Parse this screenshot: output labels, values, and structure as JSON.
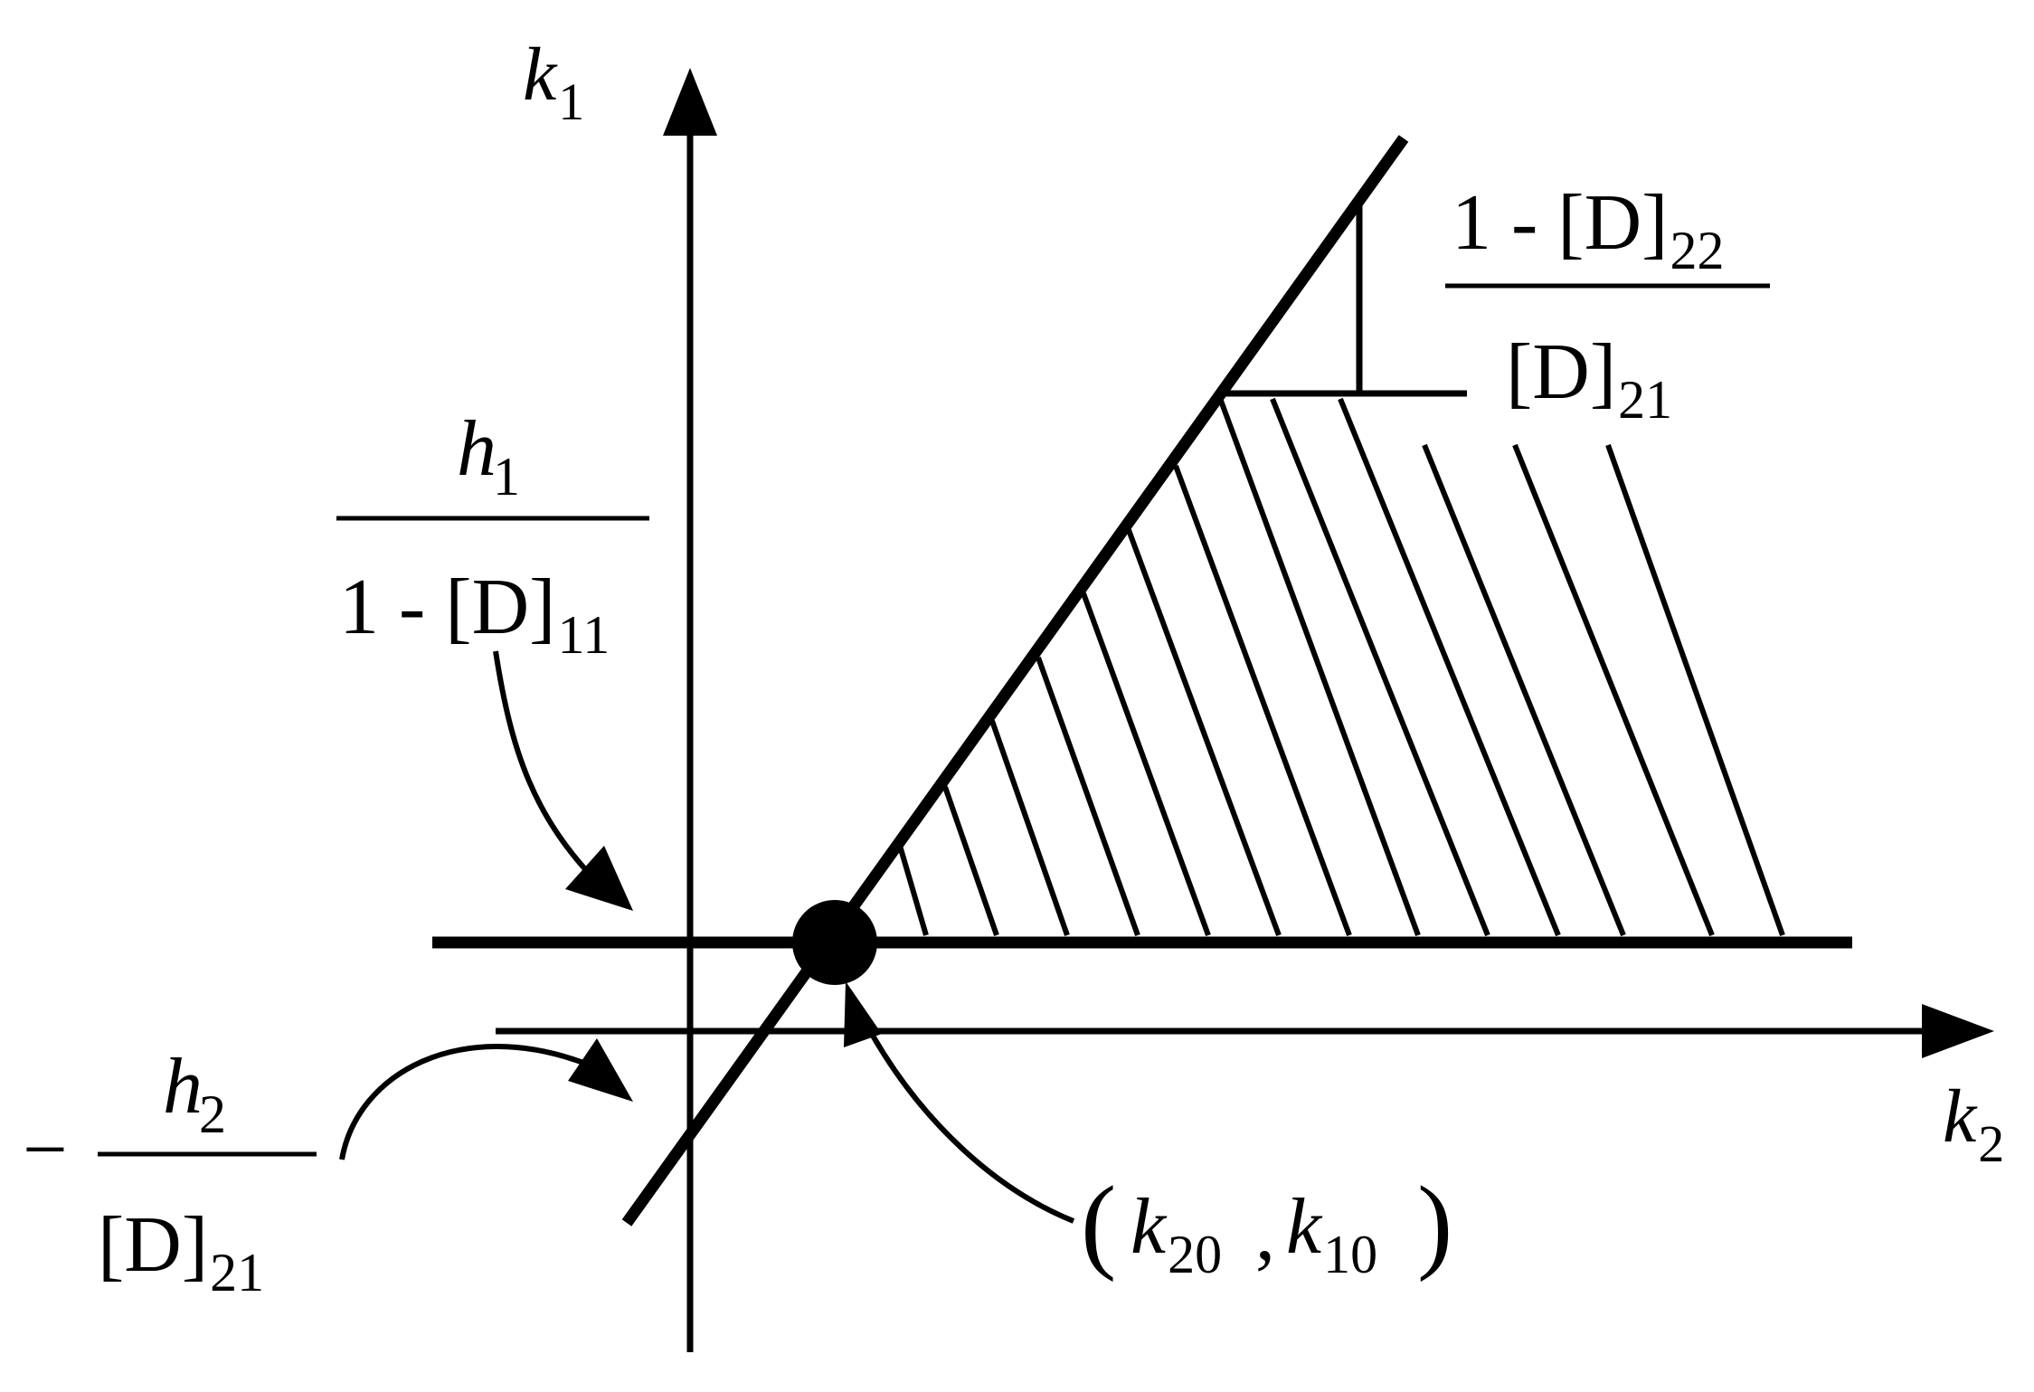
{
  "axes": {
    "vertical": {
      "var": "k",
      "sub": "1"
    },
    "horizontal": {
      "var": "k",
      "sub": "2"
    }
  },
  "label_h1": {
    "num_var": "h",
    "num_sub": "1",
    "den_prefix": "1 - [D]",
    "den_sub": "11"
  },
  "label_h2": {
    "sign": "−",
    "num_var": "h",
    "num_sub": "2",
    "den_prefix": "[D]",
    "den_sub": "21"
  },
  "label_slope": {
    "num_prefix": "1 - [D]",
    "num_sub": "22",
    "den_prefix": "[D]",
    "den_sub": "21"
  },
  "label_point": {
    "open": "(",
    "close": ")",
    "comma": ",",
    "k_a": "k",
    "sub_a": "20",
    "k_b": "k",
    "sub_b": "10"
  }
}
